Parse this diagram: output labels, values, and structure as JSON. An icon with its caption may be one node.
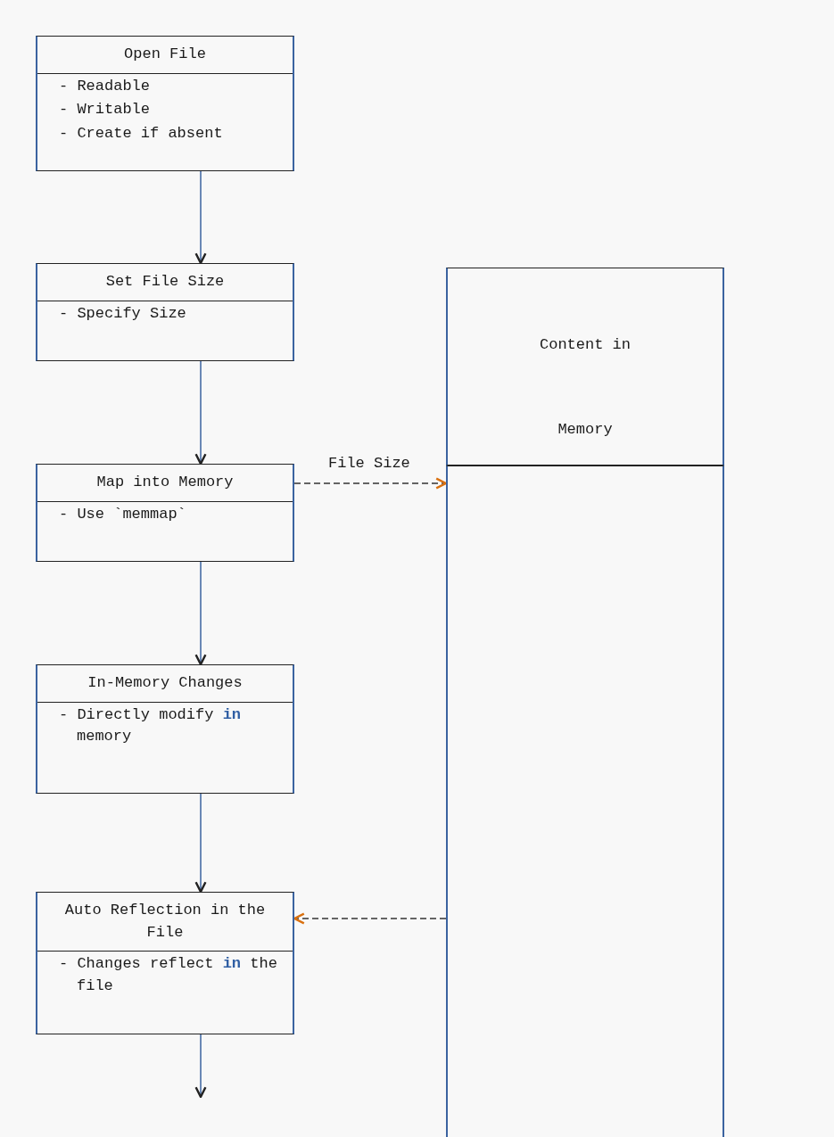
{
  "diagram": {
    "nodes": [
      {
        "text": [
          "Open File",
          "- Readable",
          "- Writable",
          "- Create if absent"
        ]
      },
      {
        "text": [
          "Set File Size",
          "- Specify Size"
        ]
      },
      {
        "text": [
          "Map into Memory",
          "- Use `memmap`"
        ]
      },
      {
        "text": [
          "In-Memory Changes",
          "- Directly modify **in** memory"
        ]
      },
      {
        "text": [
          "Auto Reflection in the File",
          "- Changes reflect **in** the file"
        ]
      },
      {
        "text": [
          "Content in Memory"
        ]
      },
      {
        "text": [],
        "shape": "box"
      }
    ],
    "edges": [
      {
        "from": 0,
        "to": 1,
        "arrow": "to"
      },
      {
        "from": 1,
        "to": 2,
        "arrow": "to"
      },
      {
        "from": 2,
        "to": 3,
        "arrow": "to"
      },
      {
        "from": 3,
        "to": 4,
        "arrow": "to"
      },
      {
        "from": 4,
        "to": null,
        "arrow": "to"
      },
      {
        "from": 2,
        "to": 6,
        "arrow": "to",
        "label": "File Size",
        "style": "dashed",
        "color": "#333333"
      },
      {
        "from": 6,
        "to": 4,
        "arrow": "to",
        "style": "dashed",
        "color": "#333333"
      }
    ]
  }
}
